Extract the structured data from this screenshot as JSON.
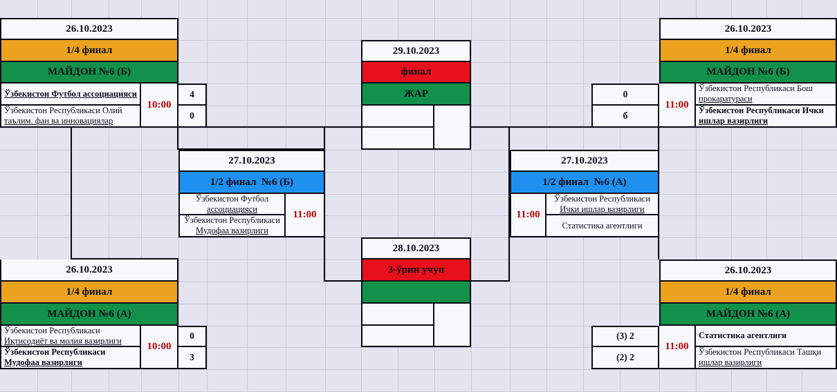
{
  "tournament": {
    "qf_top_left": {
      "date": "26.10.2023",
      "stage": "1/4 финал",
      "venue": "МАЙДОН №6 (Б)",
      "time": "10:00",
      "team1": {
        "line1": "Ўзбекистон Футбол ассоциацияси",
        "line2": ""
      },
      "team2": {
        "line1": "Ўзбекистон Республикаси Олий",
        "line2": "таълим. фан ва инновациялар"
      },
      "score1": "4",
      "score2": "0"
    },
    "qf_bottom_left": {
      "date": "26.10.2023",
      "stage": "1/4 финал",
      "venue": "МАЙДОН №6 (А)",
      "time": "10:00",
      "team1": {
        "line1": "Ўзбекистон Республикаси",
        "line2": "Иқтисодиёт ва молия вазирлиги"
      },
      "team2": {
        "line1": "Ўзбекистон Республикаси",
        "line2": "Мудофаа вазирлиги"
      },
      "score1": "0",
      "score2": "3"
    },
    "qf_top_right": {
      "date": "26.10.2023",
      "stage": "1/4 финал",
      "venue": "МАЙДОН №6 (Б)",
      "time": "11:00",
      "team1": {
        "line1": "Ўзбекистон Республикаси Бош",
        "line2": "прокаратураси"
      },
      "team2": {
        "line1": "Ўзбекистон Республикаси Ички",
        "line2": "ишлар вазирлиги"
      },
      "score1": "0",
      "score2": "б"
    },
    "qf_bottom_right": {
      "date": "26.10.2023",
      "stage": "1/4 финал",
      "venue": "МАЙДОН №6 (А)",
      "time": "11:00",
      "team1": {
        "line1": "Статистика агентлиги",
        "line2": ""
      },
      "team2": {
        "line1": "Ўзбекистон Республикаси Ташқи",
        "line2": "ишлар вазирлиги"
      },
      "score1": "(3) 2",
      "score2": "(2) 2"
    },
    "sf_left": {
      "date": "27.10.2023",
      "stage": "1/2 финал  №6 (Б)",
      "time": "11:00",
      "team1": {
        "line1": "Ўзбекистон Футбол",
        "line2": "ассоциацияси"
      },
      "team2": {
        "line1": "Ўзбекистон Республикаси",
        "line2": "Мудофаа вазирлиги"
      }
    },
    "sf_right": {
      "date": "27.10.2023",
      "stage": "1/2 финал  №6 (А)",
      "time": "11:00",
      "team1": {
        "line1": "Ўзбекистон Республикаси",
        "line2": "Ички ишлар вазирлиги"
      },
      "team2": {
        "line1": "Статистика агентлиги",
        "line2": ""
      }
    },
    "final": {
      "date": "29.10.2023",
      "stage": "финал",
      "venue": "ЖАР"
    },
    "third_place": {
      "date": "28.10.2023",
      "stage": "3-ўрин учун"
    }
  },
  "colors": {
    "stage_quarterfinal": "#eaa21f",
    "stage_semifinal": "#1e90f0",
    "stage_final": "#e8101d",
    "venue_green": "#12914a",
    "time_red": "#c00000",
    "background": "#e4e4f1",
    "grid_line": "#c9c9da",
    "border_black": "#0b0b15"
  }
}
